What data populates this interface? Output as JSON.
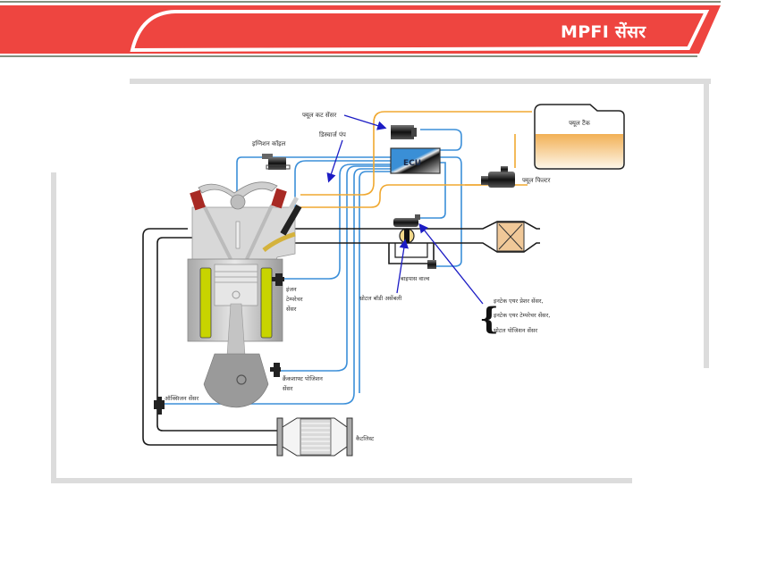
{
  "header": {
    "title": "MPFI सेंसर",
    "banner_color": "#ee4540",
    "banner_border_color": "#5a6b55"
  },
  "diagram": {
    "colors": {
      "wire": "#3b8fd9",
      "fuel_line": "#f0a830",
      "pointer_arrow": "#1c1cc4",
      "coolant_jacket": "#c8d400",
      "air_duct": "#1a1a1a",
      "frame": "#dcdcdc"
    },
    "labels": {
      "fuel_cut_sensor": "फ्यूल कट सेंसर",
      "discharge_pump": "डिस्चार्ज पंप",
      "ignition_coil": "इग्निशन कॉइल",
      "fuel_tank": "फ्यूल टैंक",
      "ecu": "ECU",
      "fuel_filter": "फ्यूल फिल्टर",
      "bypass_valve": "बाइपास वाल्व",
      "throttle_body_assembly": "थ्रोटल बॉडी असेंबली",
      "engine_temp_sensor_l1": "इंजन",
      "engine_temp_sensor_l2": "टेम्परेचर",
      "engine_temp_sensor_l3": "सेंसर",
      "intake_sensors_l1": "इनटेक एयर प्रेशर सेंसर,",
      "intake_sensors_l2": "इनटेक एयर टेम्परेचर सेंसर,",
      "intake_sensors_l3": "थ्रोटल पोजिशन सेंसर",
      "crankshaft_sensor_l1": "क्रैंकशाफ्ट पोजिशन",
      "crankshaft_sensor_l2": "सेंसर",
      "oxygen_sensor": "ऑक्सिजन सेंसर",
      "catalyst": "कैटलिस्ट"
    }
  }
}
